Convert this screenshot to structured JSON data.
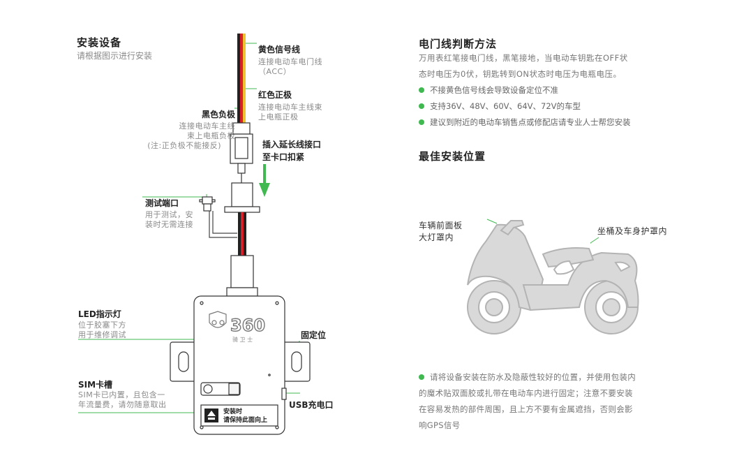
{
  "left": {
    "title": "安装设备",
    "subtitle": "请根据图示进行安装",
    "yellow_wire": {
      "title": "黄色信号线",
      "desc1": "连接电动车电门线",
      "desc2": "（ACC）"
    },
    "red_wire": {
      "title": "红色正极",
      "desc1": "连接电动车主线束",
      "desc2": "上电瓶正极"
    },
    "black_wire": {
      "title": "黑色负极",
      "desc1": "连接电动车主线",
      "desc2": "束上电瓶负极",
      "desc3": "(注:正负极不能接反)"
    },
    "plug": {
      "line1": "插入延长线接口",
      "line2": "至卡口扣紧"
    },
    "test_port": {
      "title": "测试端口",
      "desc1": "用于测试，安",
      "desc2": "装时无需连接"
    },
    "led": {
      "title": "LED指示灯",
      "desc1": "位于胶塞下方",
      "desc2": "用于维修调试"
    },
    "sim": {
      "title": "SIM卡槽",
      "desc1": "SIM卡已内置，且包含一",
      "desc2": "年流量费，请勿随意取出"
    },
    "fixed": {
      "title": "固定位"
    },
    "usb": {
      "title": "USB充电口"
    },
    "device": {
      "brand_number": "360",
      "brand_sub": "骑 卫 士",
      "sticker_line1": "安装时",
      "sticker_line2": "请保持此面向上"
    }
  },
  "right": {
    "title": "电门线判断方法",
    "para_line1": "万用表红笔接电门线，黑笔接地，当电动车钥匙在OFF状",
    "para_line2": "态时电压为0伏，钥匙转到ON状态时电压为电瓶电压。",
    "bullets": [
      "不接黄色信号线会导致设备定位不准",
      "支持36V、48V、60V、64V、72V的车型",
      "建议到附近的电动车销售点或修配店请专业人士帮您安装"
    ],
    "best_title": "最佳安装位置",
    "label_front1": "车辆前面板",
    "label_front2": "大灯罩内",
    "label_seat": "坐桶及车身护罩内",
    "note_lines": [
      "请将设备安装在防水及隐蔽性较好的位置，并使用包装内",
      "的魔术贴双面胶或扎带在电动车内进行固定；注意不要安装",
      "在容易发热的部件周围，且上方不要有金属遮挡，否则会影",
      "响GPS信号"
    ]
  },
  "colors": {
    "accent_green": "#3fb950",
    "wire_yellow": "#f2c12e",
    "wire_red": "#d8202a",
    "wire_black": "#222222",
    "scooter_gray": "#d9d9d9"
  }
}
